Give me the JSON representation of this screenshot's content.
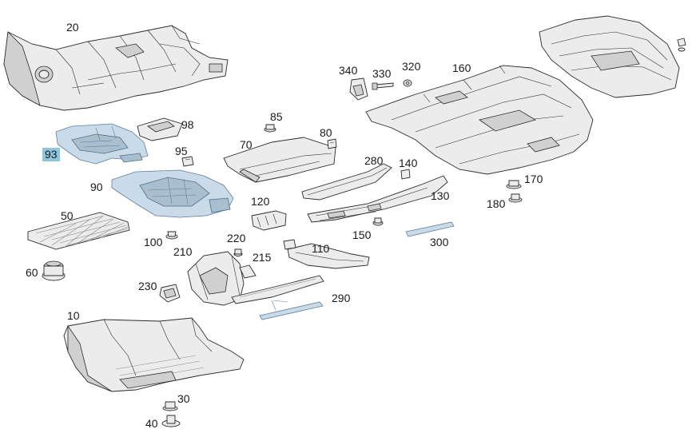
{
  "labels": {
    "l20": "20",
    "l93": "93",
    "l98": "98",
    "l95": "95",
    "l90": "90",
    "l50": "50",
    "l100": "100",
    "l60": "60",
    "l85": "85",
    "l70": "70",
    "l80": "80",
    "l120": "120",
    "l220": "220",
    "l210": "210",
    "l215": "215",
    "l230": "230",
    "l110": "110",
    "l290": "290",
    "l10": "10",
    "l30": "30",
    "l40": "40",
    "l340": "340",
    "l330": "330",
    "l320": "320",
    "l160": "160",
    "l280": "280",
    "l140": "140",
    "l130": "130",
    "l150": "150",
    "l300": "300",
    "l170": "170",
    "l180": "180"
  },
  "highlighted_part": "93",
  "colors": {
    "outline": "#2b2b2b",
    "part_fill": "#ececec",
    "highlight_label_bg": "#8ec6df",
    "highlight_part_fill": "#c9dbe8",
    "highlight_part_stroke": "#5f7f96"
  }
}
